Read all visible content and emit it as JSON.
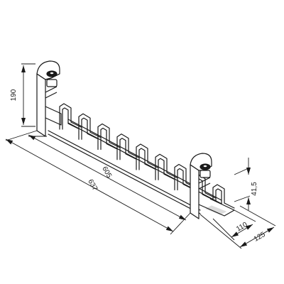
{
  "colors": {
    "ink": "#1a1a1a",
    "wire_light": "#f4f4f4",
    "mount_fill": "#ffffff",
    "background": "#ffffff"
  },
  "dimensions": {
    "overall_length": "637",
    "inner_length": "605",
    "height": "190",
    "depth": "125",
    "inner_depth": "110",
    "bracket_height": "41,5"
  }
}
